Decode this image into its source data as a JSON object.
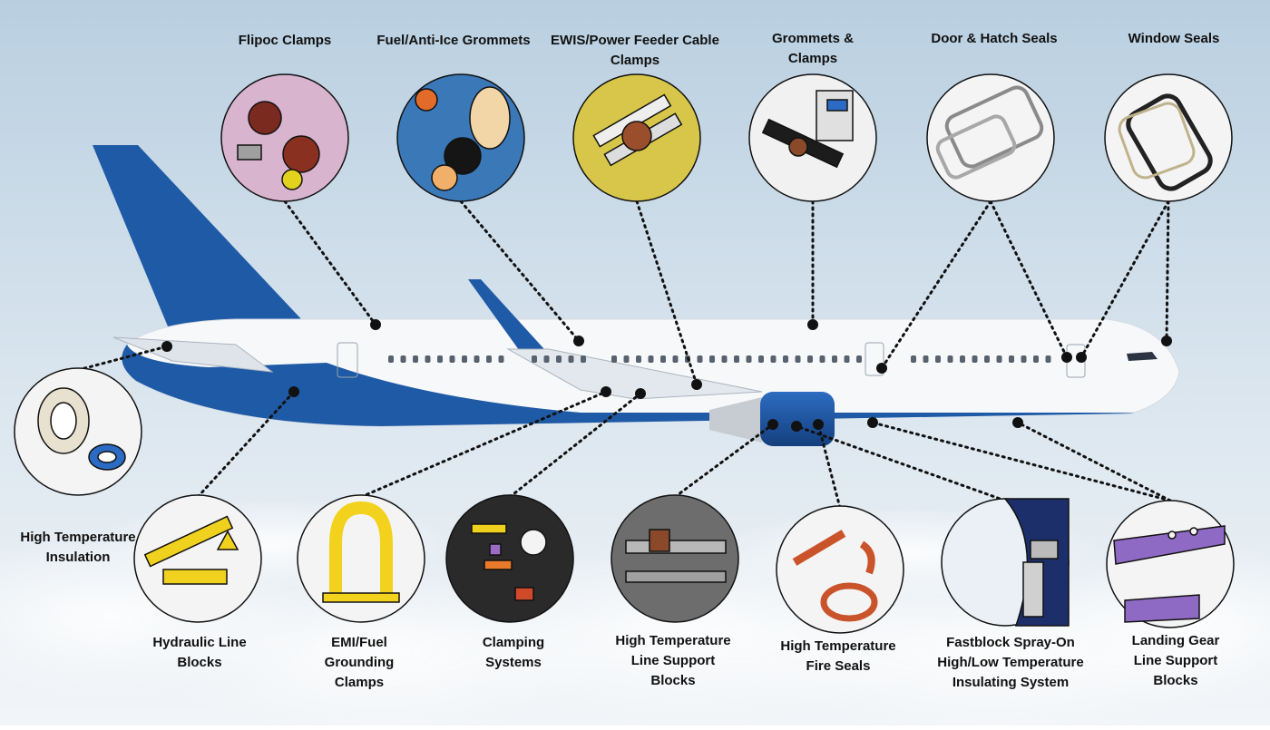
{
  "colors": {
    "sky_top": "#b9cfe0",
    "sky_bottom": "#eef3f7",
    "fuselage": "#f7f8fa",
    "livery_blue": "#1f5aa6",
    "leader_line": "#111111"
  },
  "top_labels": [
    {
      "id": "fliploc",
      "text": "Flipoc Clamps"
    },
    {
      "id": "fuel",
      "text": "Fuel/Anti-Ice Grommets"
    },
    {
      "id": "ewis",
      "text": "EWIS/Power Feeder Cable Clamps"
    },
    {
      "id": "grommets",
      "text": "Grommets & Clamps"
    },
    {
      "id": "door",
      "text": "Door & Hatch Seals"
    },
    {
      "id": "window",
      "text": "Window  Seals"
    }
  ],
  "bottom_labels": [
    {
      "id": "insulation",
      "text": "High Temperature Insulation"
    },
    {
      "id": "hydraulic",
      "text": "Hydraulic Line Blocks"
    },
    {
      "id": "emi",
      "text": "EMI/Fuel Grounding Clamps"
    },
    {
      "id": "clamping",
      "text": "Clamping Systems"
    },
    {
      "id": "line_support",
      "text": "High Temperature Line Support Blocks"
    },
    {
      "id": "fire_seals",
      "text": "High Temperature Fire Seals"
    },
    {
      "id": "fastblock",
      "text": "Fastblock  Spray-On High/Low Temperature Insulating System"
    },
    {
      "id": "landing",
      "text": "Landing Gear Line Support Blocks"
    }
  ],
  "photo_icons": [
    "clamp-photo-icon",
    "grommet-photo-icon",
    "cable-clamp-photo-icon",
    "grommet-clamp-photo-icon",
    "door-seal-photo-icon",
    "window-seal-photo-icon",
    "insulation-roll-photo-icon",
    "hydraulic-block-photo-icon",
    "emi-clamp-photo-icon",
    "clamping-system-photo-icon",
    "line-support-photo-icon",
    "fire-seal-photo-icon",
    "spray-nozzle-photo-icon",
    "landing-gear-block-photo-icon"
  ]
}
